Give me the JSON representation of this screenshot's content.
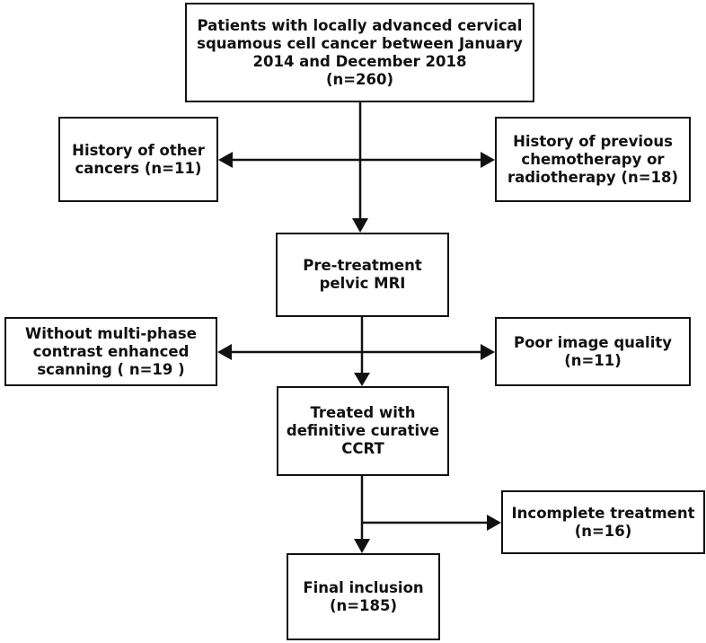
{
  "nodes": {
    "start": {
      "lines": [
        "Patients with locally advanced cervical",
        "squamous cell cancer between January",
        "2014 and December 2018",
        "(n=260)"
      ]
    },
    "exclude_other_cancers": {
      "lines": [
        "History of other",
        "cancers (n=11)"
      ]
    },
    "exclude_previous_therapy": {
      "lines": [
        "History of previous",
        "chemotherapy or",
        "radiotherapy (n=18)"
      ]
    },
    "pretreatment_mri": {
      "lines": [
        "Pre-treatment",
        "pelvic MRI"
      ]
    },
    "exclude_no_multiphase": {
      "lines": [
        "Without multi-phase",
        "contrast enhanced",
        "scanning ( n=19 )"
      ]
    },
    "exclude_poor_quality": {
      "lines": [
        "Poor image quality",
        "(n=11)"
      ]
    },
    "treated_ccrt": {
      "lines": [
        "Treated with",
        "definitive curative",
        "CCRT"
      ]
    },
    "exclude_incomplete": {
      "lines": [
        "Incomplete treatment",
        "(n=16)"
      ]
    },
    "final_inclusion": {
      "lines": [
        "Final inclusion",
        "(n=185)"
      ]
    }
  },
  "edges": [
    {
      "from": "start",
      "to": "pretreatment_mri",
      "kind": "flow"
    },
    {
      "from": "start",
      "to": "exclude_other_cancers",
      "kind": "exclusion"
    },
    {
      "from": "start",
      "to": "exclude_previous_therapy",
      "kind": "exclusion"
    },
    {
      "from": "pretreatment_mri",
      "to": "treated_ccrt",
      "kind": "flow"
    },
    {
      "from": "pretreatment_mri",
      "to": "exclude_no_multiphase",
      "kind": "exclusion"
    },
    {
      "from": "pretreatment_mri",
      "to": "exclude_poor_quality",
      "kind": "exclusion"
    },
    {
      "from": "treated_ccrt",
      "to": "final_inclusion",
      "kind": "flow"
    },
    {
      "from": "treated_ccrt",
      "to": "exclude_incomplete",
      "kind": "exclusion"
    }
  ],
  "colors": {
    "line": "#111111",
    "background": "#ffffff"
  }
}
